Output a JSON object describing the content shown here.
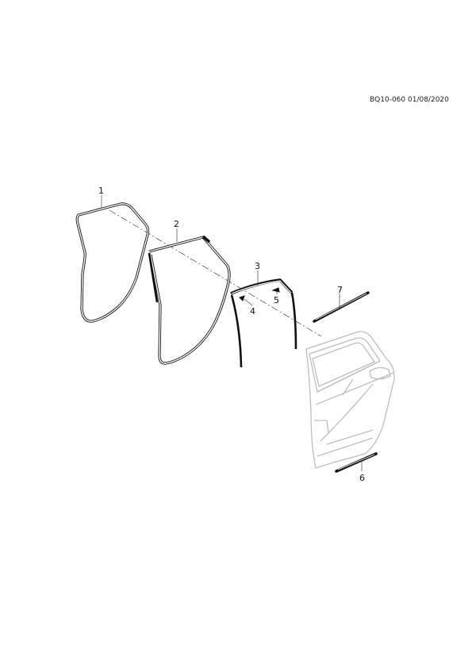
{
  "header": {
    "reference": "BQ10-060  01/08/2020"
  },
  "callouts": [
    {
      "id": "1",
      "label": "1"
    },
    {
      "id": "2",
      "label": "2"
    },
    {
      "id": "3",
      "label": "3"
    },
    {
      "id": "4",
      "label": "4"
    },
    {
      "id": "5",
      "label": "5"
    },
    {
      "id": "6",
      "label": "6"
    },
    {
      "id": "7",
      "label": "7"
    }
  ],
  "colors": {
    "part_stroke": "#111111",
    "door_stroke": "#bdbdbd",
    "leader": "#444444"
  }
}
